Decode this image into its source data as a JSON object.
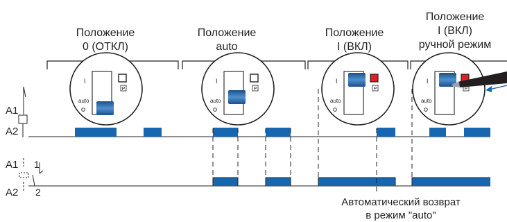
{
  "positions": [
    {
      "line1": "Положение",
      "line2": "0 (ОТКЛ)"
    },
    {
      "line1": "Положение",
      "line2": "auto"
    },
    {
      "line1": "Положение",
      "line2": "I (ВКЛ)"
    },
    {
      "line1": "Положение",
      "line2": "I (ВКЛ)",
      "line3": "ручной режим"
    }
  ],
  "coil_labels": {
    "a1": "A1",
    "a2": "A2"
  },
  "contact_labels": {
    "a1": "A1",
    "a2": "A2",
    "t1": "1",
    "t2": "2"
  },
  "dial_labels": {
    "one": "I",
    "auto": "auto",
    "p": "P"
  },
  "note": {
    "line1": "Автоматический возврат",
    "line2": "в режим \"auto\""
  },
  "colors": {
    "pulse": "#1667b0",
    "line": "#231f20",
    "red": "#e41e26",
    "arrow": "#1667b0"
  }
}
